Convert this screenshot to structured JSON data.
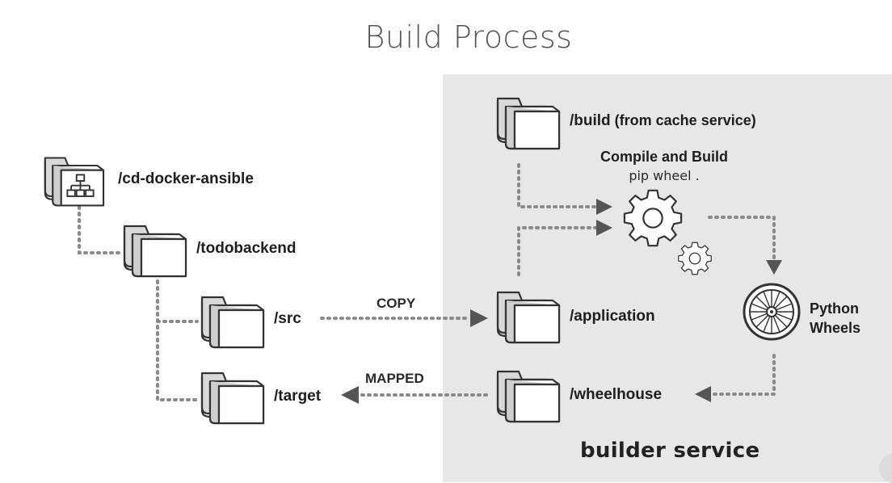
{
  "title": "Build Process",
  "folders": {
    "root": "/cd-docker-ansible",
    "todobackend": "/todobackend",
    "src": "/src",
    "target": "/target",
    "build": "/build",
    "build_note": " (from cache service)",
    "application": "/application",
    "wheelhouse": "/wheelhouse"
  },
  "arrows": {
    "copy": "COPY",
    "mapped": "MAPPED"
  },
  "compile": {
    "heading": "Compile and Build",
    "command": "pip wheel ."
  },
  "wheels": {
    "line1": "Python",
    "line2": "Wheels"
  },
  "service": "builder service",
  "icons": {
    "folder": "folder-icon",
    "sitemap": "sitemap-icon",
    "gear": "gear-icon",
    "wheel": "wheel-icon"
  },
  "colors": {
    "panel": "#e7e7e7",
    "stroke": "#3a3a3a",
    "dots": "#8a8a8a",
    "arrowhead": "#555555"
  }
}
